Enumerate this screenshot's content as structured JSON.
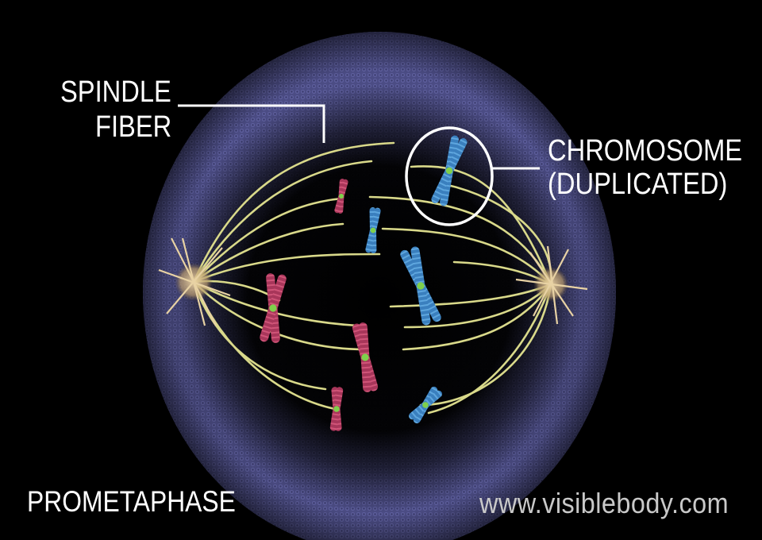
{
  "labels": {
    "spindle_line1": "SPINDLE",
    "spindle_line2": "FIBER",
    "chromosome_line1": "CHROMOSOME",
    "chromosome_line2": "(DUPLICATED)",
    "phase": "PROMETAPHASE",
    "watermark": "www.visiblebody.com"
  },
  "colors": {
    "background": "#000000",
    "cell_membrane": "#4e4f86",
    "spindle_fiber": "#d9d98a",
    "chromosome_red": "#b23a5e",
    "chromosome_blue": "#3f86c4",
    "centromere": "#7fd04b",
    "centrosome": "#e0c69a",
    "callout": "#ffffff"
  }
}
